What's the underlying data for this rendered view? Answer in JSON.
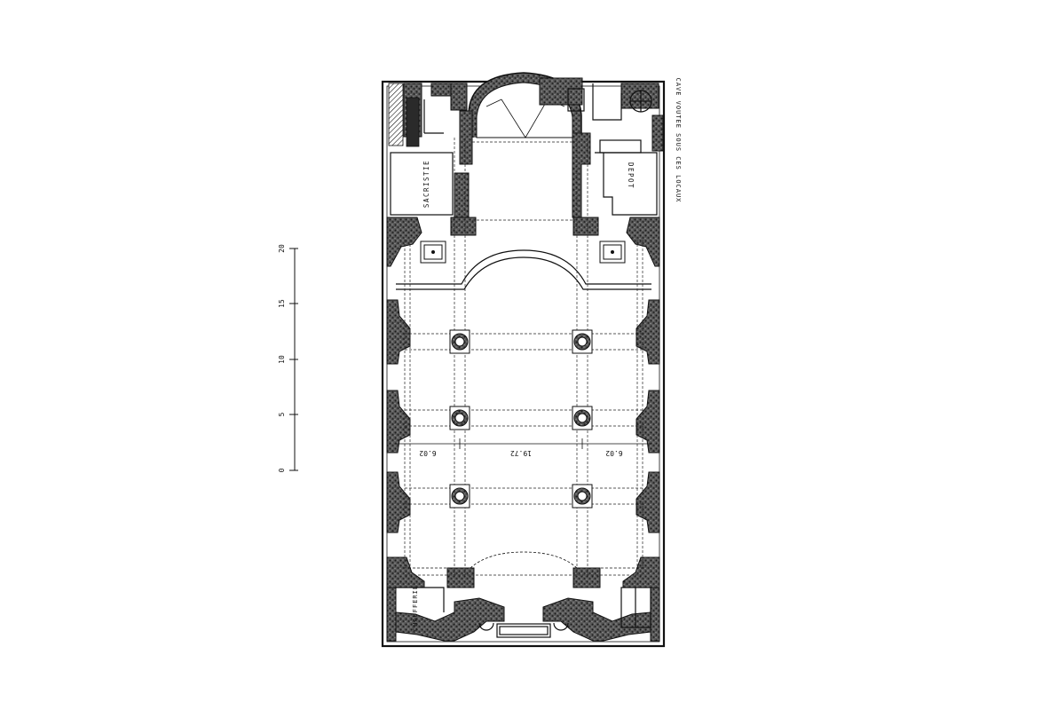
{
  "drawing": {
    "rooms": {
      "sacristie": "SACRISTIE",
      "depot": "DEPOT",
      "chaufferie": "CHAUFFERIE"
    },
    "note": "CAVE VOUTEE SOUS CES LOCAUX",
    "dimensions": {
      "left": "6.02",
      "center": "19.72",
      "right": "6.02"
    }
  },
  "scale_bar": {
    "ticks": [
      "0",
      "5",
      "10",
      "15",
      "20"
    ]
  }
}
